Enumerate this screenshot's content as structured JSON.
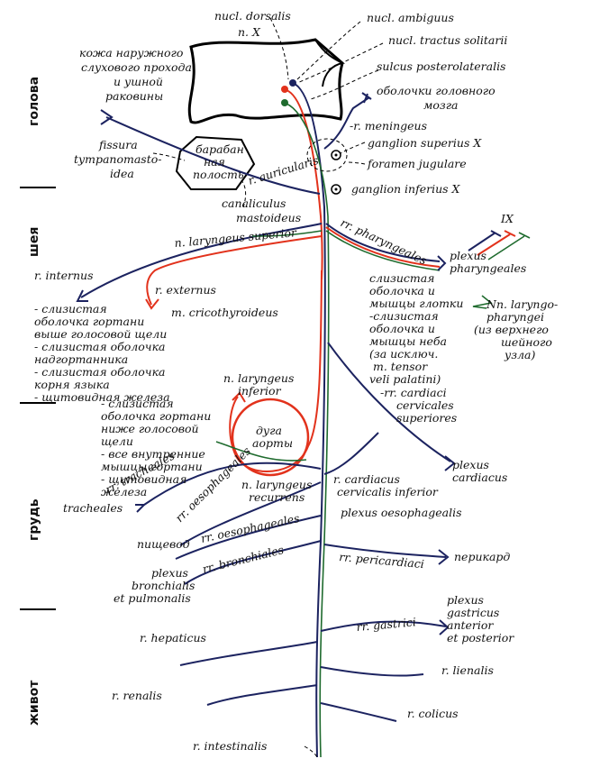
{
  "regions": [
    "голова",
    "шея",
    "грудь",
    "живот"
  ],
  "nuclei": {
    "dorsalis": "nucl. dorsalis",
    "nx": "n. X",
    "ambiguus": "nucl. ambiguus",
    "solitarii": "nucl. tractus solitarii",
    "sulcus": "sulcus posterolateralis"
  },
  "head": {
    "skin": [
      "кожа наружного",
      "слухового прохода",
      "и ушной",
      "раковины"
    ],
    "meninges": [
      "оболочки головного",
      "мозга"
    ],
    "meningeus": "-r. meningeus",
    "gsup": "ganglion superius X",
    "foramen": "foramen jugulare",
    "ginf": "ganglion inferius X",
    "fissura": [
      "fissura",
      "tympanomasto-",
      "idea"
    ],
    "tympanum": [
      "барабан",
      "ная",
      "полость"
    ],
    "auricularis": "r. auricularis",
    "canaliculus": [
      "canaliculus",
      "mastoideus"
    ]
  },
  "neck": {
    "sup": "n. laryngeus superior",
    "internus": "r. internus",
    "externus": "r. externus",
    "crico": "m. cricothyroideus",
    "internus_targets": [
      "- слизистая",
      "оболочка гортани",
      "выше голосовой щели",
      "- слизистая оболочка",
      "надгортанника",
      "- слизистая оболочка",
      "корня языка",
      "- щитовидная железа"
    ],
    "pharyngeales": "rr. pharyngeales",
    "ix": "IX",
    "plexus_ph": [
      "plexus",
      "pharyngeales"
    ],
    "pharynx_targets": [
      "слизистая",
      "оболочка и",
      "мышцы глотки",
      "-слизистая",
      "оболочка и",
      "мышцы неба",
      "(за исключ.",
      "m. tensor",
      "veli palatini)"
    ],
    "laryngopharyngei": [
      "Nn. laryngo-",
      "pharyngei",
      "(из верхнего",
      "шейного",
      "узла)"
    ],
    "cardiaci_sup": [
      "-rr. cardiaci",
      "cervicales",
      "superiores"
    ]
  },
  "chest": {
    "inferior": [
      "n. laryngeus",
      "inferior"
    ],
    "inf_targets": [
      "- слизистая",
      "оболочка гортани",
      "ниже голосовой",
      "щели",
      "- все внутренние",
      "мышцы гортани",
      "- щитовидная",
      "железа"
    ],
    "aorta": [
      "дуга",
      "аорты"
    ],
    "plexus_card": [
      "plexus",
      "cardiacus"
    ],
    "recurrens": [
      "n. laryngeus",
      "recurrens"
    ],
    "cardiacus_inf": [
      "r. cardiacus",
      "cervicalis inferior"
    ],
    "tracheales": "rr. tracheales",
    "tracheales_end": "tracheales",
    "oesoph1": "rr. oesophageales",
    "oesoph2": "rr. oesophageales",
    "pischevod": "пищевод",
    "plexus_oes": "plexus oesophagealis",
    "bronchiales": "rr. bronchiales",
    "plexus_bronch": [
      "plexus",
      "bronchialis",
      "et pulmonalis"
    ],
    "pericardiaci": "rr. pericardiaci",
    "perikard": "перикард"
  },
  "abdomen": {
    "plexus_gastr": [
      "plexus",
      "gastricus",
      "anterior",
      "et posterior"
    ],
    "gastrici": "rr. gastrici",
    "hepaticus": "r. hepaticus",
    "lienalis": "r. lienalis",
    "renalis": "r. renalis",
    "colicus": "r. colicus",
    "intestinalis": "r. intestinalis"
  },
  "colors": {
    "navy": "#1c2360",
    "red": "#e2321c",
    "green": "#1f6b2e"
  }
}
